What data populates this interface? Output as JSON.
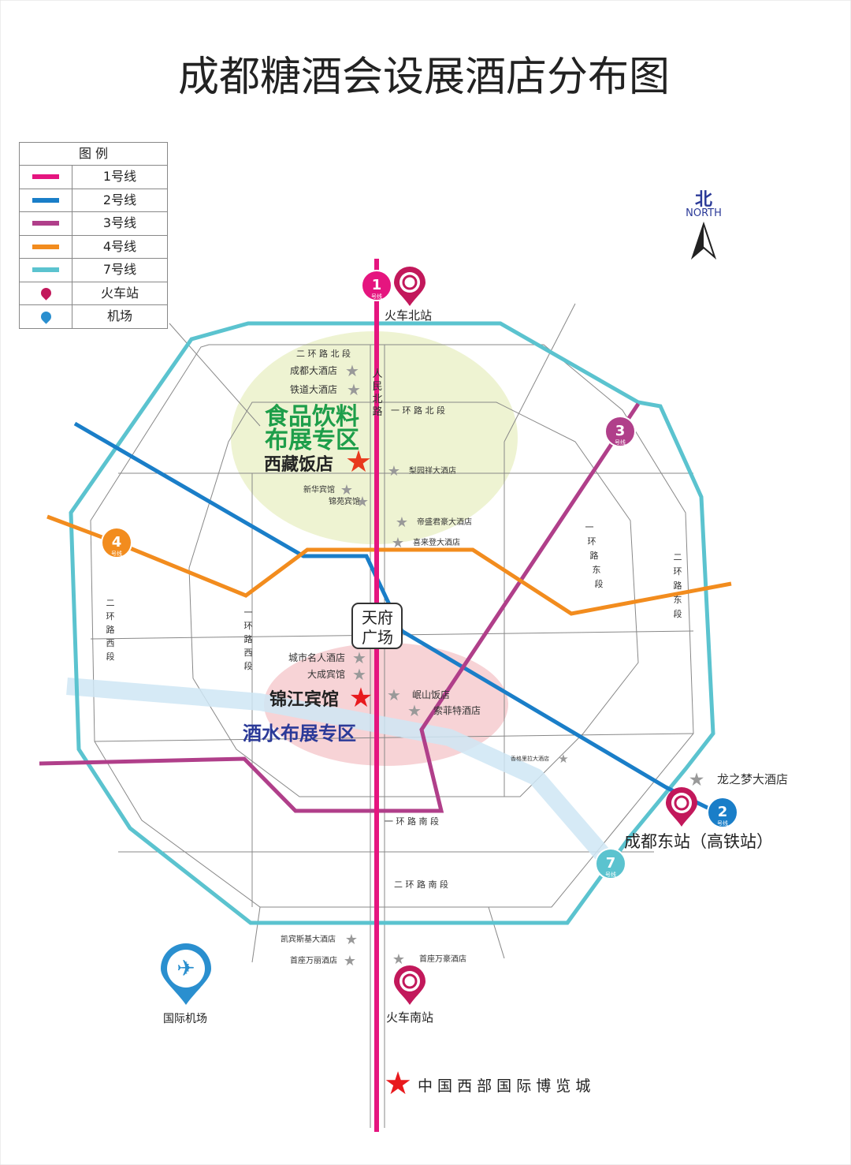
{
  "title": "成都糖酒会设展酒店分布图",
  "compass": {
    "cn": "北",
    "en": "NORTH"
  },
  "legend": {
    "title": "图 例",
    "items": [
      {
        "label": "1号线",
        "color": "#e5157f",
        "icon": "line-swatch"
      },
      {
        "label": "2号线",
        "color": "#1a7ec8",
        "icon": "line-swatch"
      },
      {
        "label": "3号线",
        "color": "#b03f8a",
        "icon": "line-swatch"
      },
      {
        "label": "4号线",
        "color": "#f28c1e",
        "icon": "line-swatch"
      },
      {
        "label": "7号线",
        "color": "#5bc3cf",
        "icon": "line-swatch"
      },
      {
        "label": "火车站",
        "color": "#c2185b",
        "icon": "train-station-pin-icon"
      },
      {
        "label": "机场",
        "color": "#2a8fcf",
        "icon": "airport-pin-icon"
      }
    ]
  },
  "line_badges": [
    {
      "num": "1",
      "sub": "号线",
      "color": "#e5157f"
    },
    {
      "num": "2",
      "sub": "号线",
      "color": "#1a7ec8"
    },
    {
      "num": "3",
      "sub": "号线",
      "color": "#b03f8a"
    },
    {
      "num": "4",
      "sub": "号线",
      "color": "#f28c1e"
    },
    {
      "num": "7",
      "sub": "号线",
      "color": "#5bc3cf"
    }
  ],
  "stations": {
    "north": "火车北站",
    "east": "成都东站（高铁站）",
    "south": "火车南站",
    "airport": "国际机场",
    "center": [
      "天府",
      "广场"
    ]
  },
  "roads": {
    "r2_north": "二 环 路 北 段",
    "r1_north": "一 环 路 北 段",
    "renmin_north": [
      "人",
      "民",
      "北",
      "路"
    ],
    "r1_east": [
      "一",
      "环",
      "路",
      "东",
      "段"
    ],
    "r2_east": [
      "二",
      "环",
      "路",
      "东",
      "段"
    ],
    "r1_west": [
      "一",
      "环",
      "路",
      "西",
      "段"
    ],
    "r2_west": [
      "二",
      "环",
      "路",
      "西",
      "段"
    ],
    "r1_south": "一 环 路 南 段",
    "r2_south": "二 环 路 南 段"
  },
  "zones": {
    "food": [
      "食品饮料",
      "布展专区"
    ],
    "wine": "酒水布展专区"
  },
  "main_hotels": {
    "tibet": "西藏饭店",
    "jinjiang": "锦江宾馆",
    "expo": "中 国 西 部 国 际 博 览 城"
  },
  "hotels": {
    "chengdu": "成都大酒店",
    "tiedao": "铁道大酒店",
    "xinhua": "新华宾馆",
    "jinyuan": "锦苑宾馆",
    "liyuanxiang": "梨园祥大酒店",
    "dishengjunhao": "帝盛君豪大酒店",
    "xilaideng": "喜来登大酒店",
    "chengshimingren": "城市名人酒店",
    "dacheng": "大成宾馆",
    "minshan": "岷山饭店",
    "suofeite": "索菲特酒店",
    "shangrila": "香格里拉大酒店",
    "longzhimeng": "龙之梦大酒店",
    "kaibinsiji": "凯宾斯基大酒店",
    "shouzuowanli": "首座万丽酒店",
    "shouzuowanhao": "首座万豪酒店"
  }
}
